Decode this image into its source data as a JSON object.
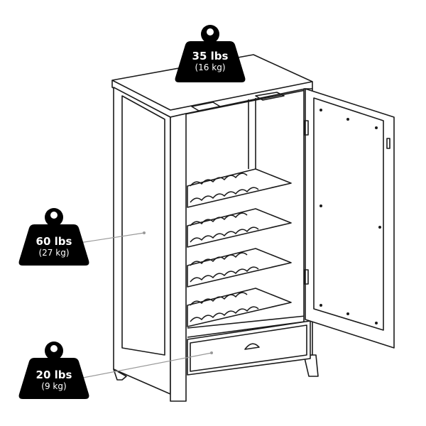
{
  "weights": {
    "top": {
      "lbs": "35 lbs",
      "kg": "(16 kg)"
    },
    "cabinet": {
      "lbs": "60 lbs",
      "kg": "(27 kg)"
    },
    "drawer": {
      "lbs": "20 lbs",
      "kg": "(9 kg)"
    }
  },
  "colors": {
    "weight_fill": "#000000",
    "leader_line": "#999999",
    "drawing_stroke": "#1a1a1a"
  }
}
